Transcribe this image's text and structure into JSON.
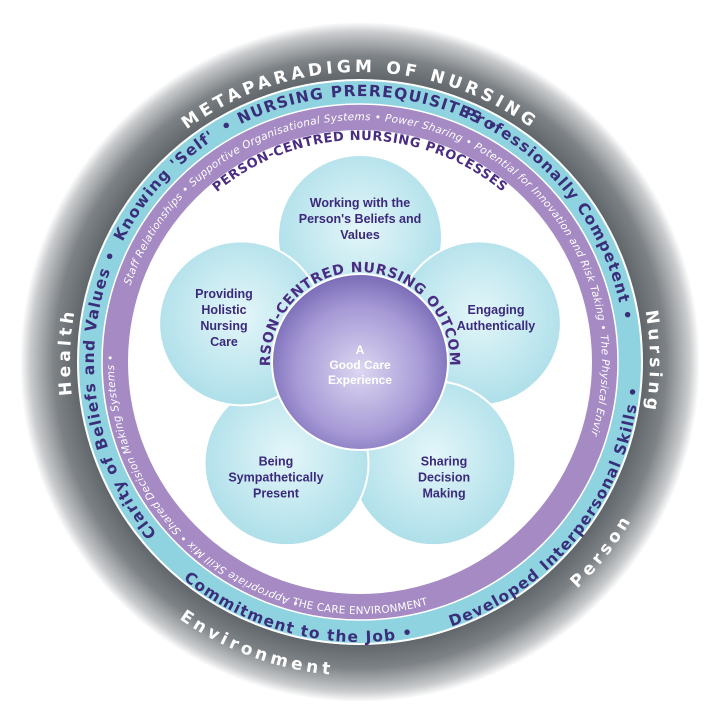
{
  "outer_ring": {
    "top": "METAPARADIGM OF NURSING",
    "right": "Nursing",
    "bottom_right": "Person",
    "bottom": "Environment",
    "left": "Health"
  },
  "prerequisites_ring": {
    "top": "• NURSING PREREQUISITES •",
    "top_right": "Professionally Competent •",
    "right": "Developed Interpersonal Skills •",
    "bottom": "Commitment to the Job •",
    "left": "Clarity of Beliefs and Values •",
    "top_left": "Knowing 'Self'"
  },
  "environment_ring": {
    "top": "Effective Staff Relationships • Supportive Organisational Systems • Power Sharing • Potential for Innovation and Risk Taking • The Physical Environment •",
    "left": "• Appropriate Skill Mix • Shared Decision Making Systems •",
    "bottom": "THE CARE ENVIRONMENT"
  },
  "processes": {
    "title": "PERSON-CENTRED NURSING PROCESSES",
    "petals": [
      {
        "label_lines": [
          "Working with the",
          "Person's Beliefs and",
          "Values"
        ]
      },
      {
        "label_lines": [
          "Engaging",
          "Authentically"
        ]
      },
      {
        "label_lines": [
          "Sharing",
          "Decision",
          "Making"
        ]
      },
      {
        "label_lines": [
          "Being",
          "Sympathetically",
          "Present"
        ]
      },
      {
        "label_lines": [
          "Providing",
          "Holistic",
          "Nursing",
          "Care"
        ]
      }
    ]
  },
  "outcomes": {
    "title": "PERSON-CENTRED NURSING OUTCOMES",
    "center_lines": [
      "A",
      "Good Care",
      "Experience"
    ]
  },
  "colors": {
    "outer_ring": "#545a5e",
    "prereq_ring": "#8fd3e0",
    "env_ring": "#a58ac4",
    "petal_fill": "#c3e9ef",
    "center_fill": "#9d8fd0",
    "text_purple": "#4a2d83"
  }
}
